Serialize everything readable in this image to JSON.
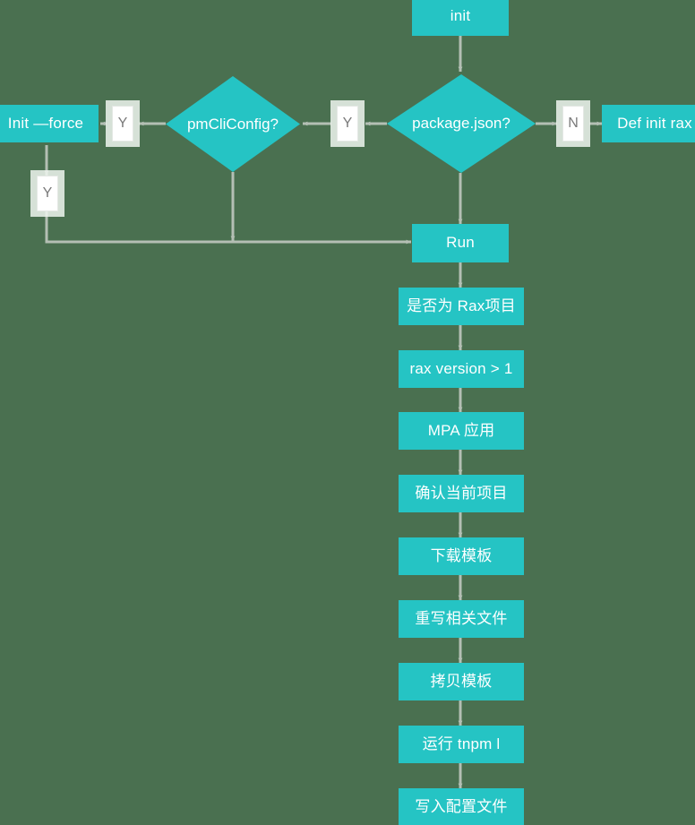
{
  "diagram": {
    "title": "rax-cli init flow",
    "background_color": "#4a7050",
    "node_fill_color": "#25c4c4",
    "node_text_color": "#ffffff",
    "edge_color": "#b4bfb4",
    "badge_bg_color": "#ffffff",
    "badge_text_color": "#7a7a7a"
  },
  "nodes": {
    "init": {
      "label": "init",
      "shape": "rect"
    },
    "package_json": {
      "label": "package.json?",
      "shape": "diamond"
    },
    "pmcliconfig": {
      "label": "pmCliConfig?",
      "shape": "diamond"
    },
    "init_force": {
      "label": "Init —force",
      "shape": "rect"
    },
    "def_init_rax": {
      "label": "Def init rax",
      "shape": "rect"
    },
    "run": {
      "label": "Run",
      "shape": "rect"
    },
    "is_rax_project": {
      "label": "是否为 Rax项目",
      "shape": "rect"
    },
    "rax_version": {
      "label": "rax version > 1",
      "shape": "rect"
    },
    "mpa_app": {
      "label": "MPA 应用",
      "shape": "rect"
    },
    "confirm_project": {
      "label": "确认当前项目",
      "shape": "rect"
    },
    "download_template": {
      "label": "下载模板",
      "shape": "rect"
    },
    "rewrite_files": {
      "label": "重写相关文件",
      "shape": "rect"
    },
    "copy_template": {
      "label": "拷贝模板",
      "shape": "rect"
    },
    "run_tnpm": {
      "label": "运行 tnpm l",
      "shape": "rect"
    },
    "write_config": {
      "label": "写入配置文件",
      "shape": "rect"
    }
  },
  "edge_labels": {
    "package_to_def": "N",
    "package_to_pmcli": "Y",
    "pmcli_to_initforce": "Y",
    "initforce_to_run": "Y"
  }
}
